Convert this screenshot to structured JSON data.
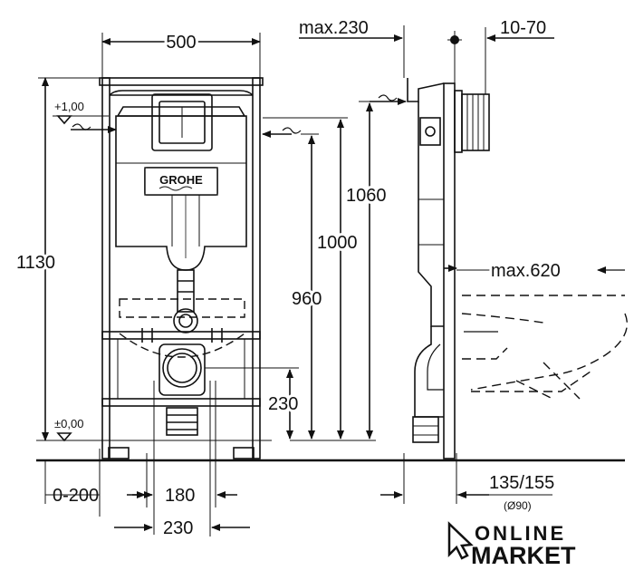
{
  "brand": "GROHE",
  "front": {
    "width_top": "500",
    "height_total": "1130",
    "level_upper": "+1,00",
    "level_zero": "±0,00",
    "offset_range": "0-200",
    "width_180": "180",
    "width_230": "230",
    "height_230": "230"
  },
  "heights": {
    "h960": "960",
    "h1000": "1000",
    "h1060": "1060"
  },
  "side": {
    "max230": "max.230",
    "range_10_70": "10-70",
    "max620": "max.620",
    "range_135_155": "135/155",
    "diameter": "(Ø90)"
  },
  "watermark": {
    "line1": "ONLINE",
    "line2": "MARKET"
  }
}
